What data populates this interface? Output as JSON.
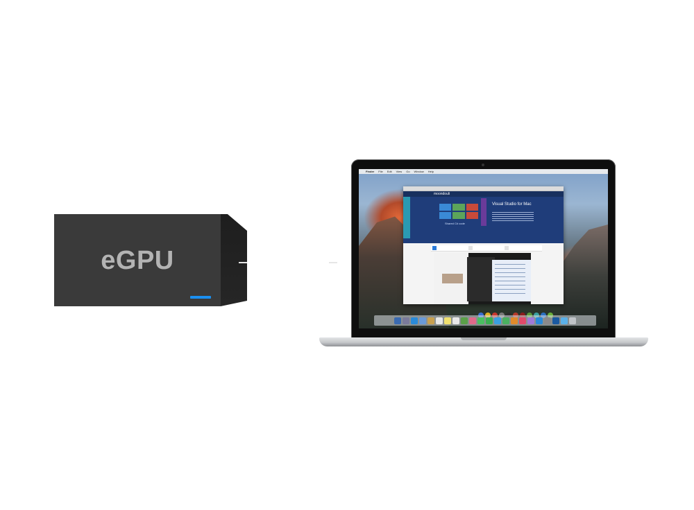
{
  "egpu": {
    "label": "eGPU",
    "box_color": "#3a3a3a",
    "led_color": "#1a8ff0"
  },
  "laptop": {
    "menubar": {
      "items": [
        "Finder",
        "File",
        "Edit",
        "View",
        "Go",
        "Window",
        "Help"
      ]
    },
    "browser": {
      "logo": "moondouli",
      "heading": "Visual Studio for Mac",
      "shared_text": "Shared C# code"
    }
  }
}
